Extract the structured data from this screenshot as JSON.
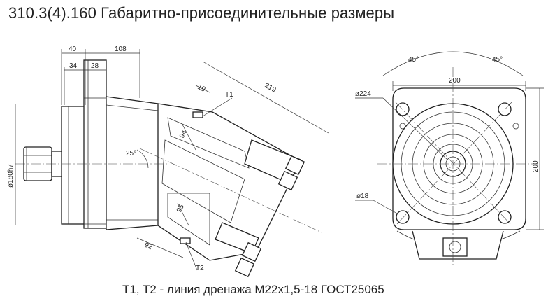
{
  "title": "310.3(4).160 Габаритно-присоединительные размеры",
  "caption": "T1, T2 - линия дренажа  M22x1,5-18 ГОСТ25065",
  "dims": {
    "d40": "40",
    "d108": "108",
    "d34": "34",
    "d28": "28",
    "d19": "19",
    "t1": "T1",
    "d219": "219",
    "d94": "94",
    "a25": "25°",
    "d180h7": "ø180h7",
    "d95": "95",
    "d92": "92",
    "t2": "T2",
    "a45l": "45°",
    "a45r": "45°",
    "d200h": "200",
    "d200v": "200",
    "d224": "ø224",
    "d18": "ø18"
  }
}
